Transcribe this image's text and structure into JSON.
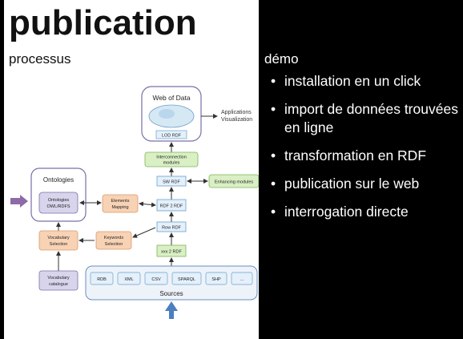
{
  "slide": {
    "title": "publication",
    "left_heading": "processus",
    "right_heading": "démo",
    "bullets": [
      "installation en un click",
      "import de données trouvées en ligne",
      "transformation en RDF",
      "publication sur le web",
      "interrogation directe"
    ]
  },
  "diagram": {
    "web_of_data": "Web of Data",
    "lod_rdf": "LOD RDF",
    "applications": [
      "Applications",
      "Visualization"
    ],
    "interconnection": [
      "Interconnection",
      "modules"
    ],
    "sw_rdf": "SW RDF",
    "enhancing": "Enhancing modules",
    "ontologies": "Ontologies",
    "ontologies_owl": [
      "Ontologies",
      "OWL/RDFS"
    ],
    "elements_mapping": [
      "Elements",
      "Mapping"
    ],
    "rdf2rdf": "RDF 2 RDF",
    "row_rdf": "Row RDF",
    "vocab_selection": [
      "Vocabulary",
      "Selection"
    ],
    "keywords_selection": [
      "Keywords",
      "Selection"
    ],
    "xxx2rdf": "xxx 2 RDF",
    "vocab_catalogue": [
      "Vocabulary",
      "catalogue"
    ],
    "sources_title": "Sources",
    "sources": [
      "RDB",
      "XML",
      "CSV",
      "SPARQL",
      "SHP",
      "..."
    ]
  }
}
